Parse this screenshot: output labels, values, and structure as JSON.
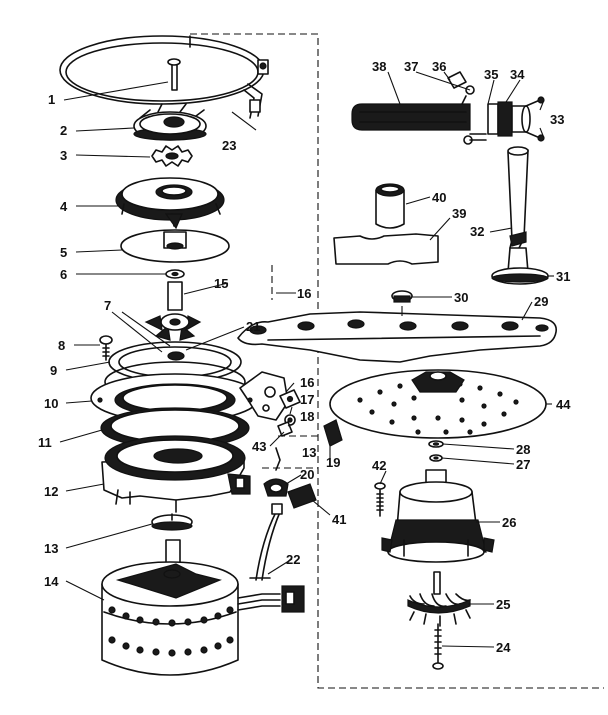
{
  "callouts": [
    {
      "id": "c1",
      "text": "1"
    },
    {
      "id": "c2",
      "text": "2"
    },
    {
      "id": "c3",
      "text": "3"
    },
    {
      "id": "c4",
      "text": "4"
    },
    {
      "id": "c5",
      "text": "5"
    },
    {
      "id": "c6",
      "text": "6"
    },
    {
      "id": "c7",
      "text": "7"
    },
    {
      "id": "c8",
      "text": "8"
    },
    {
      "id": "c9",
      "text": "9"
    },
    {
      "id": "c10",
      "text": "10"
    },
    {
      "id": "c11",
      "text": "11"
    },
    {
      "id": "c12",
      "text": "12"
    },
    {
      "id": "c13",
      "text": "13"
    },
    {
      "id": "c13b",
      "text": "13"
    },
    {
      "id": "c14",
      "text": "14"
    },
    {
      "id": "c15",
      "text": "15"
    },
    {
      "id": "c16",
      "text": "16"
    },
    {
      "id": "c16b",
      "text": "16"
    },
    {
      "id": "c17",
      "text": "17"
    },
    {
      "id": "c18",
      "text": "18"
    },
    {
      "id": "c19",
      "text": "19"
    },
    {
      "id": "c20",
      "text": "20"
    },
    {
      "id": "c21",
      "text": "21"
    },
    {
      "id": "c22",
      "text": "22"
    },
    {
      "id": "c23",
      "text": "23"
    },
    {
      "id": "c24",
      "text": "24"
    },
    {
      "id": "c25",
      "text": "25"
    },
    {
      "id": "c26",
      "text": "26"
    },
    {
      "id": "c27",
      "text": "27"
    },
    {
      "id": "c28",
      "text": "28"
    },
    {
      "id": "c29",
      "text": "29"
    },
    {
      "id": "c30",
      "text": "30"
    },
    {
      "id": "c31",
      "text": "31"
    },
    {
      "id": "c32",
      "text": "32"
    },
    {
      "id": "c33",
      "text": "33"
    },
    {
      "id": "c34",
      "text": "34"
    },
    {
      "id": "c35",
      "text": "35"
    },
    {
      "id": "c36",
      "text": "36"
    },
    {
      "id": "c37",
      "text": "37"
    },
    {
      "id": "c38",
      "text": "38"
    },
    {
      "id": "c39",
      "text": "39"
    },
    {
      "id": "c40",
      "text": "40"
    },
    {
      "id": "c41",
      "text": "41"
    },
    {
      "id": "c42",
      "text": "42"
    },
    {
      "id": "c43",
      "text": "43"
    },
    {
      "id": "c44",
      "text": "44"
    }
  ]
}
